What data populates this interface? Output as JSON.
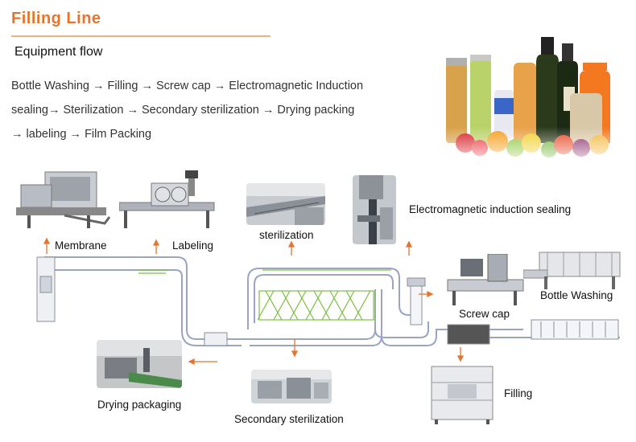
{
  "header": {
    "title": "Filling Line",
    "subtitle": "Equipment flow"
  },
  "flow_text": {
    "line1": "Bottle Washing → Filling → Screw cap → Electromagnetic Induction",
    "line2": "sealing→ Sterilization → Secondary sterilization → Drying packing",
    "line3": "→ labeling → Film Packing"
  },
  "labels": {
    "membrane": "Membrane",
    "labeling": "Labeling",
    "sterilization": "sterilization",
    "induction_sealing": "Electromagnetic induction sealing",
    "screw_cap": "Screw cap",
    "bottle_washing": "Bottle Washing",
    "drying_packaging": "Drying packaging",
    "secondary_sterilization": "Secondary sterilization",
    "filling": "Filling"
  },
  "colors": {
    "title": "#e8742a",
    "arrow": "#e8742a",
    "conveyor": "#9aa3c8",
    "machine": "#8a8f98",
    "green": "#7cc043"
  },
  "icons": [
    "bottles-photo",
    "arrow-up-icon",
    "arrow-down-icon",
    "arrow-left-icon"
  ]
}
